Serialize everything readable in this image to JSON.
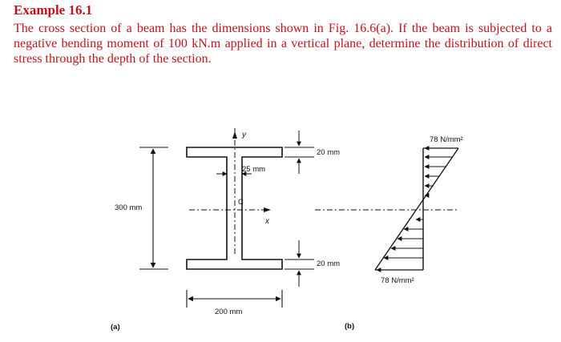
{
  "example": {
    "title": "Example 16.1",
    "text": "The cross section of a beam has the dimensions shown in Fig. 16.6(a). If the beam is subjected to a negative bending moment of 100 kN.m applied in a vertical plane, determine the distribution of direct stress through the depth of the section."
  },
  "figure": {
    "axis_y": "y",
    "axis_x": "x",
    "centroid": "C",
    "flange_thickness_top": "20 mm",
    "flange_thickness_bottom": "20 mm",
    "web_thickness": "25 mm",
    "depth": "300 mm",
    "width": "200 mm",
    "stress_top": "78 N/mm²",
    "stress_bottom": "78 N/mm²",
    "label_a": "(a)",
    "label_b": "(b)"
  },
  "colors": {
    "text_accent": "#c0141c",
    "line": "#111111"
  }
}
